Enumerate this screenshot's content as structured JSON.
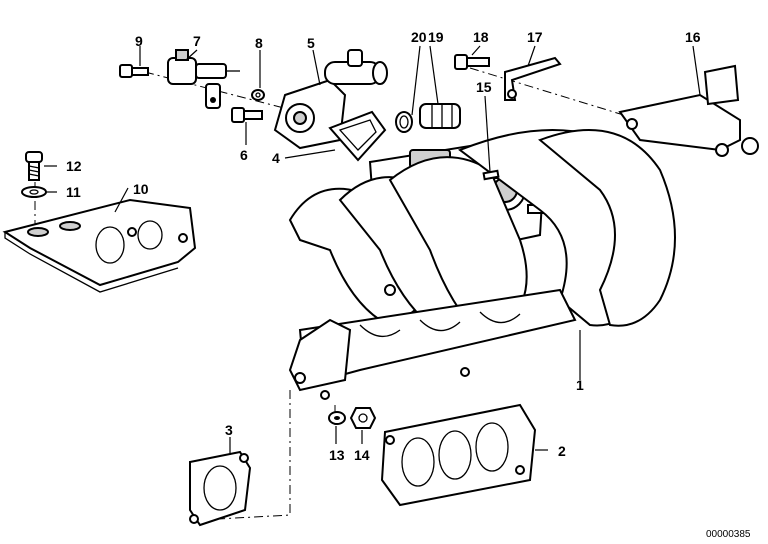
{
  "diagram": {
    "callouts": [
      "1",
      "2",
      "3",
      "4",
      "5",
      "6",
      "7",
      "8",
      "9",
      "10",
      "11",
      "12",
      "13",
      "14",
      "15",
      "16",
      "17",
      "18",
      "19",
      "20"
    ],
    "reference_number": "00000385"
  }
}
